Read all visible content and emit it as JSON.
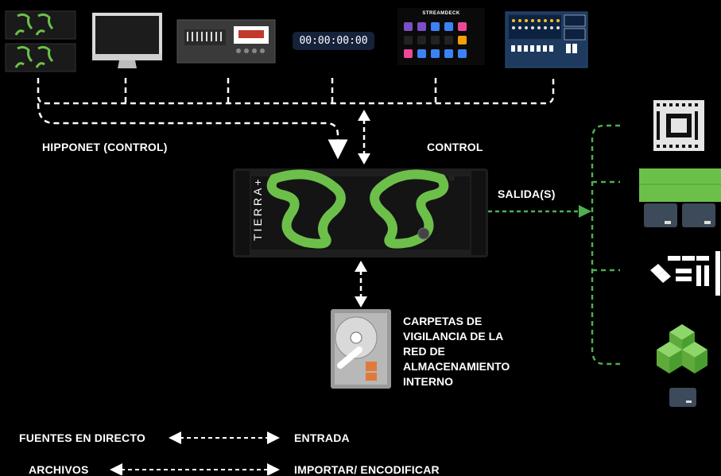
{
  "timecode": "00:00:00:00",
  "streamdeck_label": "STREAMDECK",
  "labels": {
    "hipponet": "HIPPONET (CONTROL)",
    "control": "CONTROL",
    "salidas": "SALIDA(S)",
    "storage": [
      "CARPETAS DE",
      "VIGILANCIA DE LA",
      "RED DE",
      "ALMACENAMIENTO",
      "INTERNO"
    ],
    "server_brand": "TIERRA+"
  },
  "legend": {
    "rows": [
      {
        "left": "FUENTES EN DIRECTO",
        "right": "ENTRADA"
      },
      {
        "left": "ARCHIVOS",
        "right": "IMPORTAR/ ENCODIFICAR"
      }
    ]
  },
  "colors": {
    "background": "#000000",
    "accent_green": "#6cc04a",
    "dashed_white": "#ffffff",
    "dashed_green": "#4caf50",
    "timecode_bg": "#16213a"
  },
  "icons": [
    "server-stack-icon",
    "monitor-icon",
    "lighting-console-icon",
    "timecode-display-icon",
    "streamdeck-icon",
    "mixer-panel-icon",
    "server-icon",
    "hard-drive-icon",
    "led-wall-icon",
    "projector-icon",
    "led-strip-icon",
    "cube-display-icon"
  ]
}
